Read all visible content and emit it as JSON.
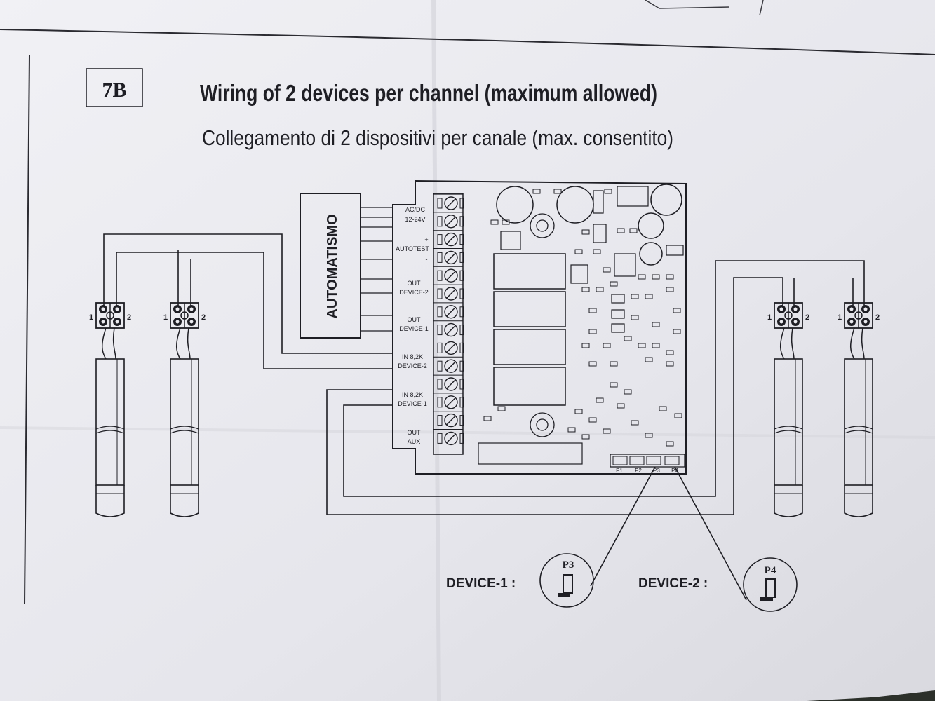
{
  "figure": {
    "number": "7B",
    "title_en": "Wiring of 2 devices per channel (maximum allowed)",
    "title_it": "Collegamento di 2 dispositivi per canale (max. consentito)"
  },
  "automatismo": "AUTOMATISMO",
  "terminals": {
    "acdc_1": "AC/DC",
    "acdc_2": "12-24V",
    "autotest_plus": "+",
    "autotest": "AUTOTEST",
    "autotest_minus": "-",
    "out_dev2_1": "OUT",
    "out_dev2_2": "DEVICE-2",
    "out_dev1_1": "OUT",
    "out_dev1_2": "DEVICE-1",
    "in_dev2_1": "IN 8,2K",
    "in_dev2_2": "DEVICE-2",
    "in_dev1_1": "IN 8,2K",
    "in_dev1_2": "DEVICE-1",
    "aux_1": "OUT",
    "aux_2": "AUX"
  },
  "connector_pins": {
    "pin1": "1",
    "pin2": "2"
  },
  "jumpers": {
    "p1": "P1",
    "p2": "P2",
    "p3": "P3",
    "p4": "P4"
  },
  "device_settings": {
    "device1_label": "DEVICE-1 :",
    "device1_jumper": "P3",
    "device2_label": "DEVICE-2 :",
    "device2_jumper": "P4"
  },
  "colors": {
    "paper": "#ebebf0",
    "ink": "#1e1e24",
    "background": "#2c302a"
  }
}
